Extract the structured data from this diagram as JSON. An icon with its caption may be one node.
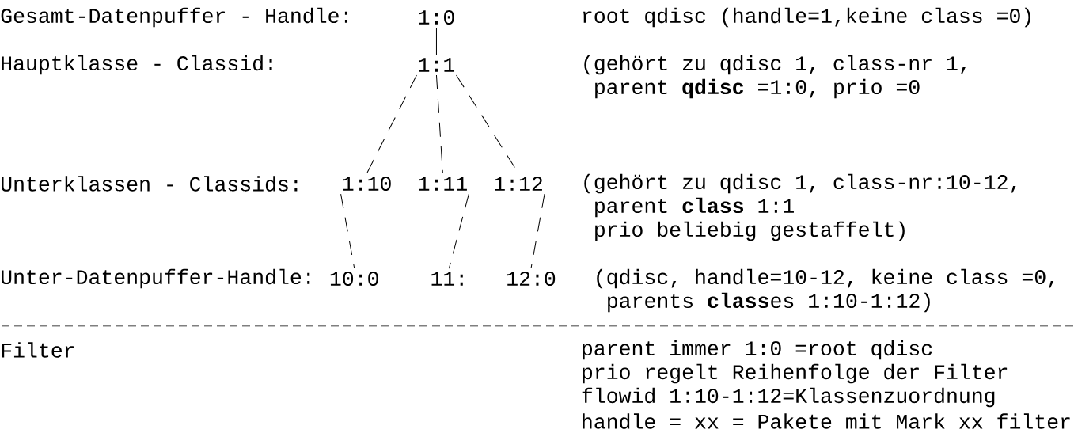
{
  "diagram": {
    "nodes": [
      {
        "text": [
          "1:0"
        ]
      },
      {
        "text": [
          "1:1"
        ]
      },
      {
        "text": [
          "1:10"
        ]
      },
      {
        "text": [
          "1:11"
        ]
      },
      {
        "text": [
          "1:12"
        ]
      },
      {
        "text": [
          "10:0"
        ]
      },
      {
        "text": [
          "11:"
        ]
      },
      {
        "text": [
          "12:0"
        ]
      }
    ],
    "edges": [
      {
        "from": 0,
        "to": 1,
        "arrow": "none"
      },
      {
        "from": 1,
        "to": 2,
        "arrow": "none",
        "style": "dashed"
      },
      {
        "from": 1,
        "to": 3,
        "arrow": "none",
        "style": "dashed"
      },
      {
        "from": 1,
        "to": 4,
        "arrow": "none",
        "style": "dashed"
      },
      {
        "from": 2,
        "to": 5,
        "arrow": "none",
        "style": "dashed"
      },
      {
        "from": 3,
        "to": 6,
        "arrow": "none",
        "style": "dashed"
      },
      {
        "from": 4,
        "to": 7,
        "arrow": "none",
        "style": "dashed"
      }
    ],
    "labels": [
      "Gesamt-Datenpuffer - Handle:",
      "root qdisc (handle=1,keine class =0)",
      "Hauptklasse - Classid:",
      "(gehört zu qdisc 1, class-nr 1,",
      "parent **qdisc** =1:0, prio =0",
      "Unterklassen - Classids:",
      "(gehört zu qdisc 1, class-nr:10-12,",
      "parent **class** 1:1",
      "prio beliebig gestaffelt)",
      "Unter-Datenpuffer-Handle:",
      "(qdisc, handle=10-12, keine class =0,",
      "parents **class**es 1:10-1:12)",
      "Filter",
      "parent immer 1:0 =root qdisc",
      "prio regelt Reihenfolge der Filter",
      "flowid 1:10-1:12=Klassenzuordnung",
      "handle = xx = Pakete mit Mark xx filter"
    ]
  }
}
